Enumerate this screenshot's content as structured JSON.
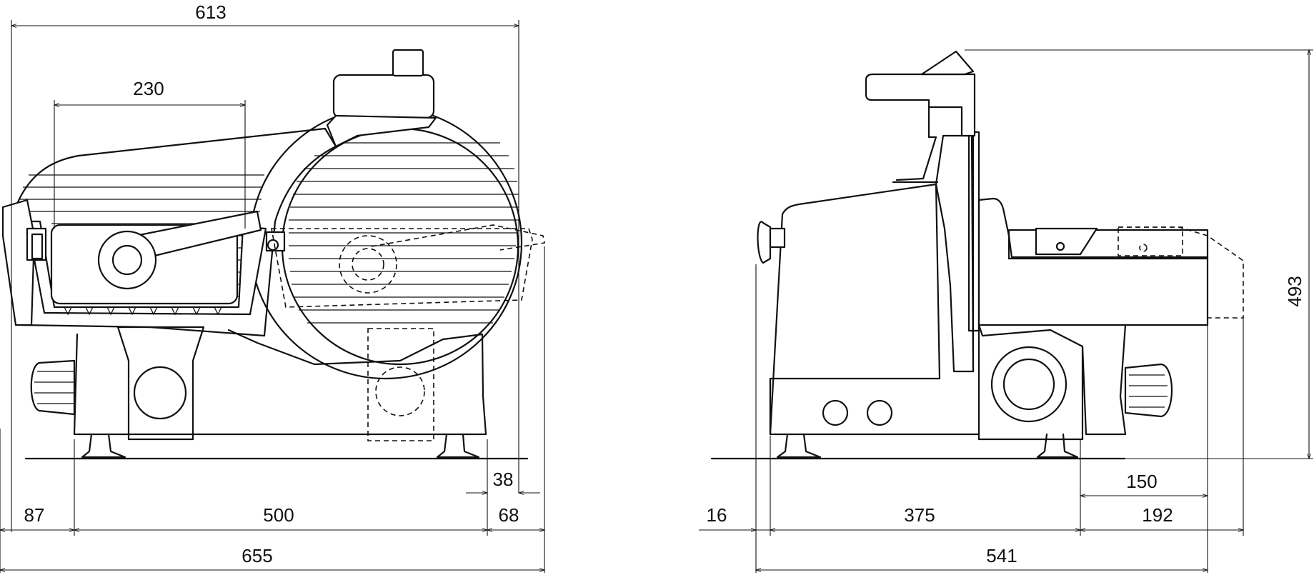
{
  "dimensions": {
    "side_view": {
      "overall_width_top": "613",
      "carriage_width": "230",
      "foot_left": "87",
      "base_width": "500",
      "right_offset_small": "38",
      "right_offset": "68",
      "overall_width": "655"
    },
    "front_view": {
      "height": "493",
      "knob_offset": "16",
      "base_depth": "375",
      "carriage_depth_small": "150",
      "carriage_depth": "192",
      "overall_depth": "541"
    }
  }
}
